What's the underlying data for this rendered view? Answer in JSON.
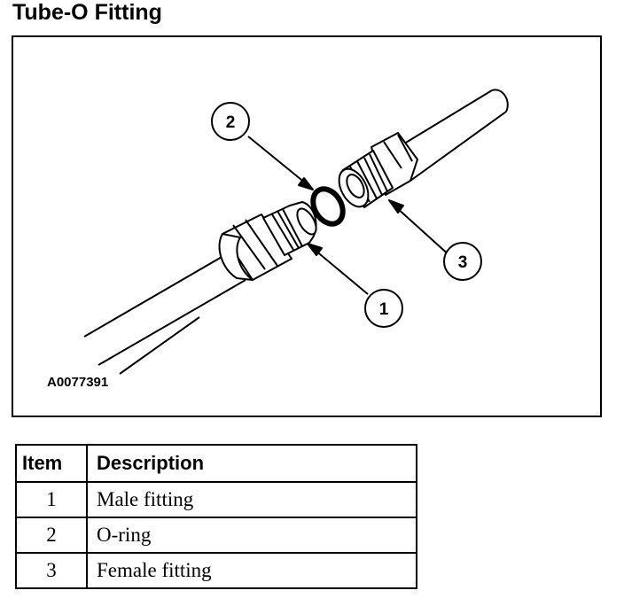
{
  "title": "Tube-O Fitting",
  "figure": {
    "id": "A0077391",
    "callouts": [
      {
        "number": "1"
      },
      {
        "number": "2"
      },
      {
        "number": "3"
      }
    ]
  },
  "legend": {
    "headers": {
      "item": "Item",
      "description": "Description"
    },
    "rows": [
      {
        "item": "1",
        "description": "Male fitting"
      },
      {
        "item": "2",
        "description": "O-ring"
      },
      {
        "item": "3",
        "description": "Female fitting"
      }
    ]
  }
}
